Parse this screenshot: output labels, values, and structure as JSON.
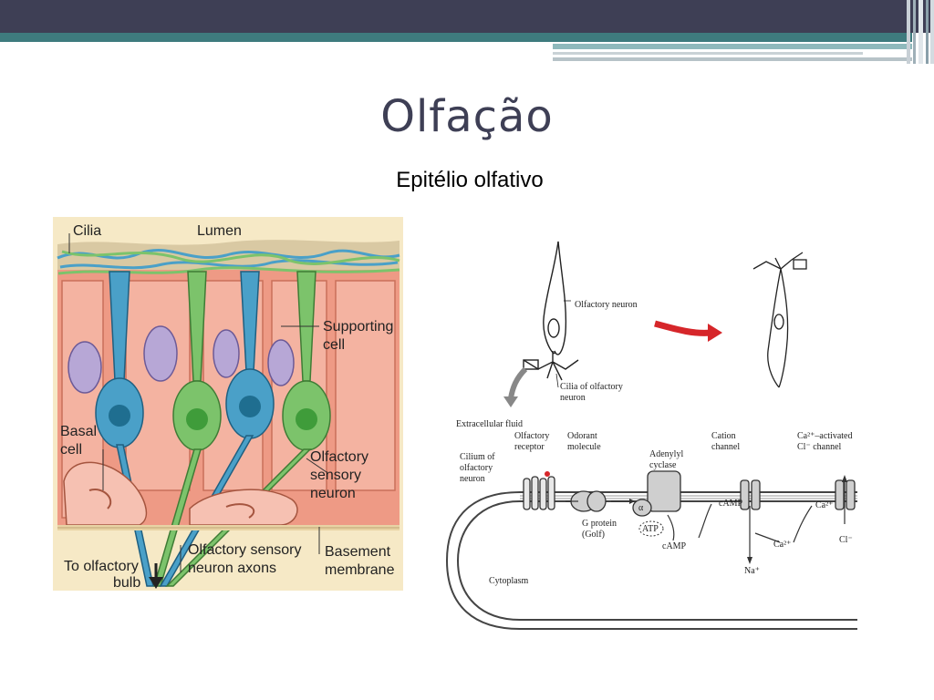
{
  "slide": {
    "title": "Olfação",
    "subtitle": "Epitélio olfativo"
  },
  "left_figure": {
    "labels": {
      "cilia": "Cilia",
      "lumen": "Lumen",
      "supporting_cell_1": "Supporting",
      "supporting_cell_2": "cell",
      "basal_cell_1": "Basal",
      "basal_cell_2": "cell",
      "olfactory_sensory_neuron_1": "Olfactory",
      "olfactory_sensory_neuron_2": "sensory",
      "olfactory_sensory_neuron_3": "neuron",
      "to_bulb_1": "To olfactory",
      "to_bulb_2": "bulb",
      "axons_1": "Olfactory sensory",
      "axons_2": "neuron axons",
      "basement_1": "Basement",
      "basement_2": "membrane"
    }
  },
  "right_figure": {
    "labels": {
      "olfactory_neuron": "Olfactory neuron",
      "cilia_of_neuron_1": "Cilia of olfactory",
      "cilia_of_neuron_2": "neuron",
      "extracellular_fluid": "Extracellular fluid",
      "cilium_1": "Cilium of",
      "cilium_2": "olfactory",
      "cilium_3": "neuron",
      "olfactory_receptor_1": "Olfactory",
      "olfactory_receptor_2": "receptor",
      "odorant_1": "Odorant",
      "odorant_2": "molecule",
      "adenylyl_1": "Adenylyl",
      "adenylyl_2": "cyclase",
      "cation_1": "Cation",
      "cation_2": "channel",
      "ca_channel_1": "Ca²⁺–activated",
      "ca_channel_2": "Cl⁻ channel",
      "g_protein_1": "G protein",
      "g_protein_2": "(Golf)",
      "alpha": "α",
      "atp": "ATP",
      "camp_1": "cAMP",
      "camp_2": "cAMP",
      "na": "Na⁺",
      "ca_1": "Ca²⁺",
      "ca_2": "Ca²⁺",
      "cl": "Cl⁻",
      "cytoplasm": "Cytoplasm"
    }
  },
  "colors": {
    "title": "#3e3f55",
    "topbar": "#3e3f55",
    "teal": "#3e7b7e",
    "supporting_cell": "#ee9a85",
    "blue_neuron": "#4aa0c8",
    "green_neuron": "#7cc36b",
    "nucleus": "#b7a7d6",
    "arrow_red": "#d6262a"
  }
}
